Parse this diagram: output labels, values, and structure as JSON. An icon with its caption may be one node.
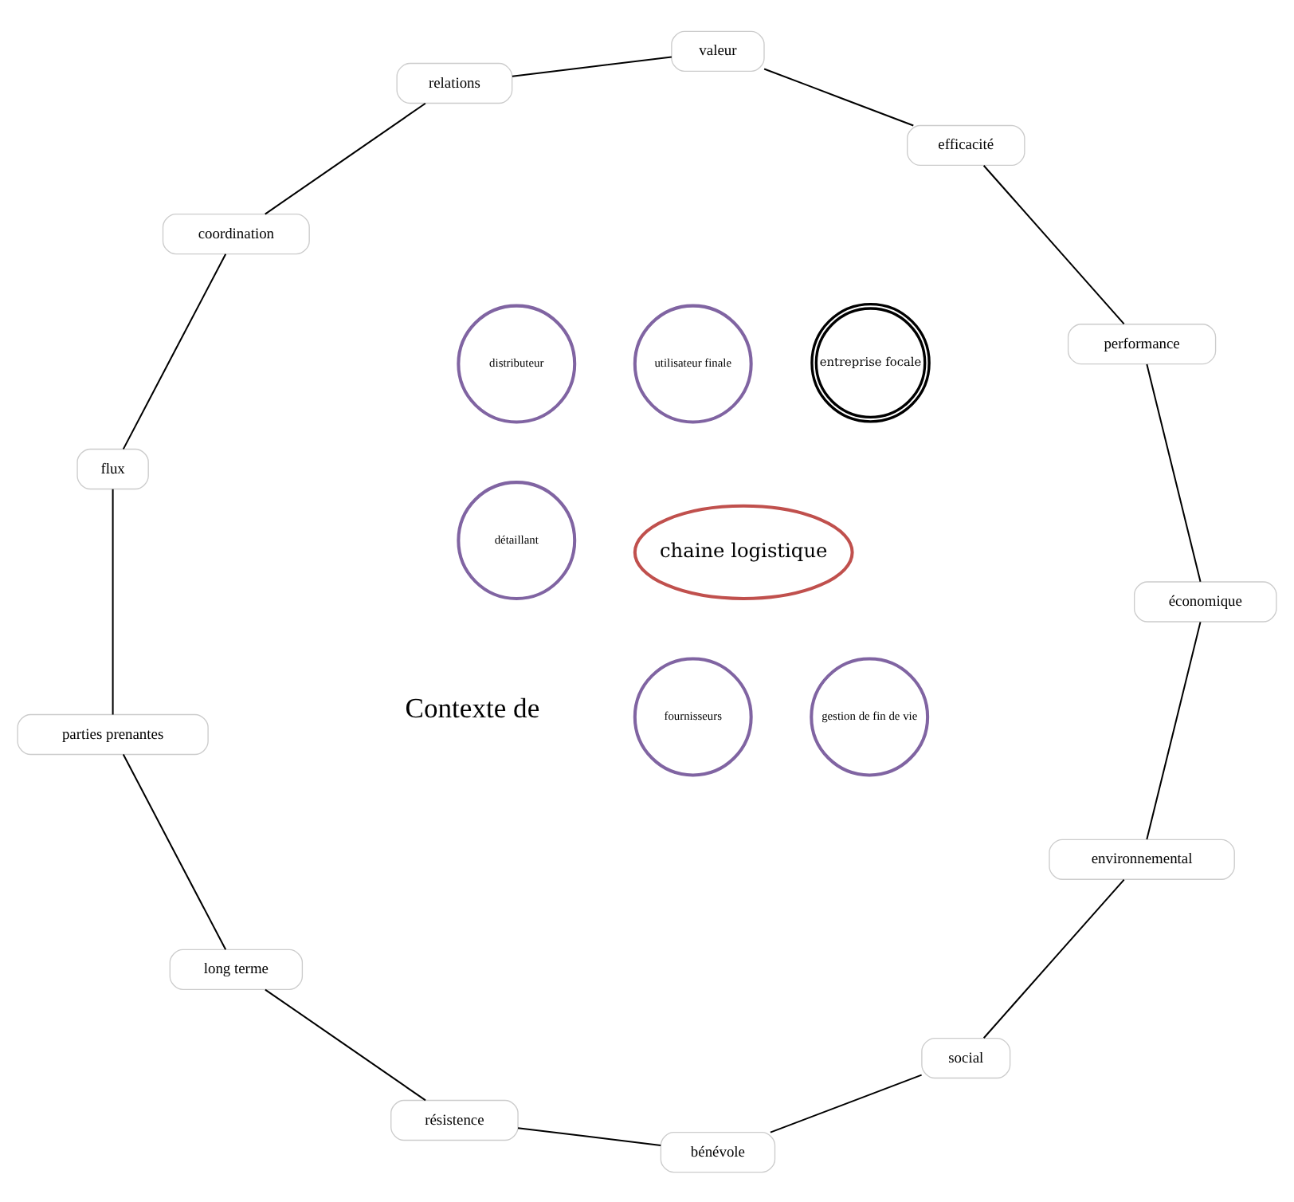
{
  "diagram": {
    "nodes": [
      {
        "text": [
          "environnemental"
        ]
      },
      {
        "text": [
          "économique"
        ]
      },
      {
        "text": [
          "social"
        ]
      },
      {
        "text": [
          "performance"
        ]
      },
      {
        "text": [
          "bénévole"
        ]
      },
      {
        "text": [
          "fournisseurs"
        ]
      },
      {
        "text": [
          "gestion de fin de vie"
        ]
      },
      {
        "text": [
          "entreprise focale"
        ]
      },
      {
        "text": [
          "efficacité"
        ]
      },
      {
        "text": [
          "résistence"
        ]
      },
      {
        "text": [
          "chaine logistique"
        ]
      },
      {
        "text": [
          "utilisateur finale"
        ]
      },
      {
        "text": [
          "distributeur"
        ]
      },
      {
        "text": [
          "valeur"
        ]
      },
      {
        "text": [
          "long terme"
        ]
      },
      {
        "text": [
          "détaillant"
        ]
      },
      {
        "text": [
          "relations"
        ]
      },
      {
        "text": [
          "parties prenantes"
        ]
      },
      {
        "text": [
          "coordination"
        ]
      },
      {
        "text": [
          "flux"
        ]
      }
    ],
    "edges": [
      {
        "from": 0,
        "to": 2,
        "arrow": "none"
      },
      {
        "from": 2,
        "to": 4,
        "arrow": "none"
      },
      {
        "from": 4,
        "to": 9,
        "arrow": "none"
      },
      {
        "from": 9,
        "to": 14,
        "arrow": "none"
      },
      {
        "from": 14,
        "to": 17,
        "arrow": "none"
      },
      {
        "from": 17,
        "to": 19,
        "arrow": "none"
      },
      {
        "from": 19,
        "to": 18,
        "arrow": "none"
      },
      {
        "from": 18,
        "to": 16,
        "arrow": "none"
      },
      {
        "from": 16,
        "to": 13,
        "arrow": "none"
      },
      {
        "from": 13,
        "to": 8,
        "arrow": "none"
      },
      {
        "from": 8,
        "to": 3,
        "arrow": "none"
      },
      {
        "from": 3,
        "to": 1,
        "arrow": "none"
      },
      {
        "from": 1,
        "to": 0,
        "arrow": "none"
      }
    ],
    "labels": [
      "Contexte de"
    ]
  }
}
